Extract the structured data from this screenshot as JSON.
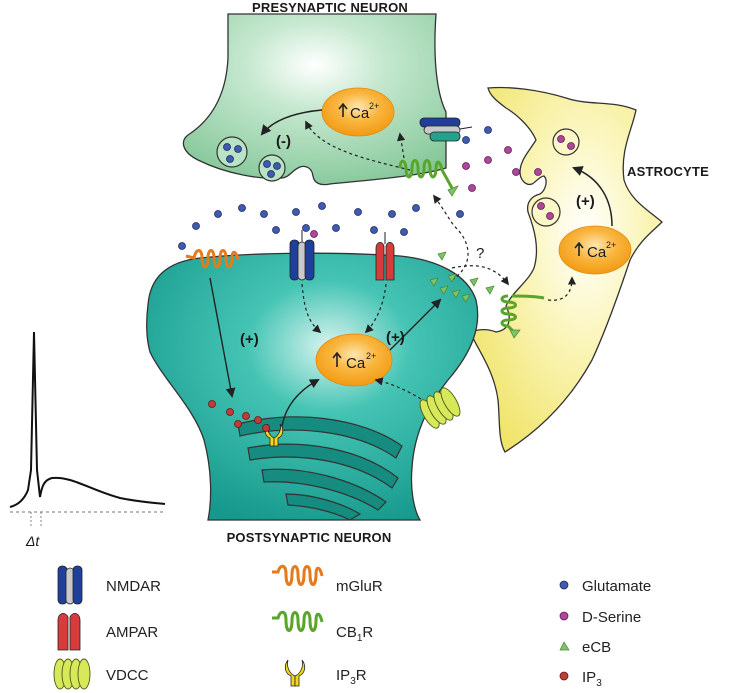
{
  "labels": {
    "presynaptic": "PRESYNAPTIC NEURON",
    "postsynaptic": "POSTSYNAPTIC NEURON",
    "astrocyte": "ASTROCYTE",
    "ca_pre": "Ca",
    "ca_post": "Ca",
    "ca_astro": "Ca",
    "ca_charge": "2+",
    "minus": "(-)",
    "plus_mglur": "(+)",
    "plus_post": "(+)",
    "plus_astro": "(+)",
    "question": "?",
    "delta_t": "Δt"
  },
  "legend": {
    "receptors_col1": [
      {
        "label": "NMDAR",
        "icon": "nmdar-icon"
      },
      {
        "label": "AMPAR",
        "icon": "ampar-icon"
      },
      {
        "label": "VDCC",
        "icon": "vdcc-icon"
      }
    ],
    "receptors_col2": [
      {
        "label": "mGluR",
        "icon": "mglur-icon"
      },
      {
        "label": "CB",
        "sub": "1",
        "suffix": "R",
        "icon": "cb1r-icon"
      },
      {
        "label": "IP",
        "sub": "3",
        "suffix": "R",
        "icon": "ip3r-icon"
      }
    ],
    "molecules": [
      {
        "label": "Glutamate",
        "color": "#3f5bb0",
        "icon": "glutamate-dot-icon"
      },
      {
        "label": "D-Serine",
        "color": "#b0459a",
        "icon": "d-serine-dot-icon"
      },
      {
        "label": "eCB",
        "color": "#7cc36a",
        "icon": "ecb-triangle-icon"
      },
      {
        "label": "IP",
        "sub": "3",
        "color": "#c23b3b",
        "icon": "ip3-dot-icon"
      }
    ]
  },
  "colors": {
    "presynaptic": "#9ed6ad",
    "postsynaptic": "#23b5a5",
    "astrocyte": "#f6ee8e",
    "calcium": "#f7a21b",
    "glutamate": "#3f5bb0",
    "dserine": "#b0459a",
    "ecb": "#7cc36a",
    "ip3": "#c23b3b"
  }
}
